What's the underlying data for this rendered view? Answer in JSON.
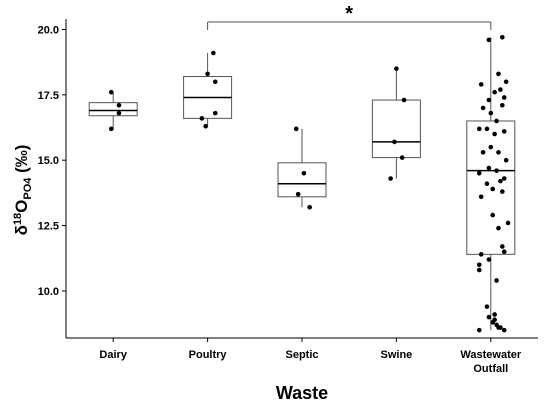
{
  "chart_data": {
    "type": "box",
    "title": "",
    "xlabel": "Waste",
    "ylabel": {
      "delta": "δ",
      "sup": "18",
      "o": "O",
      "sub": "PO4",
      "unit": " (‰)"
    },
    "ylim": [
      8.2,
      20.4
    ],
    "yticks": [
      "10.0",
      "12.5",
      "15.0",
      "17.5",
      "20.0"
    ],
    "categories": [
      {
        "label": [
          "Dairy"
        ]
      },
      {
        "label": [
          "Poultry"
        ]
      },
      {
        "label": [
          "Septic"
        ]
      },
      {
        "label": [
          "Swine"
        ]
      },
      {
        "label": [
          "Wastewater",
          "Outfall"
        ]
      }
    ],
    "boxes": [
      {
        "min": 16.2,
        "q1": 16.7,
        "median": 16.9,
        "q3": 17.2,
        "max": 17.6
      },
      {
        "min": 16.3,
        "q1": 16.6,
        "median": 17.4,
        "q3": 18.2,
        "max": 19.1
      },
      {
        "min": 13.2,
        "q1": 13.6,
        "median": 14.1,
        "q3": 14.9,
        "max": 16.2
      },
      {
        "min": 14.3,
        "q1": 15.1,
        "median": 15.7,
        "q3": 17.3,
        "max": 18.5
      },
      {
        "min": 8.5,
        "q1": 11.4,
        "median": 14.6,
        "q3": 16.5,
        "max": 19.7
      }
    ],
    "points": [
      [
        [
          -0.05,
          17.6
        ],
        [
          0.15,
          17.1
        ],
        [
          0.15,
          16.8
        ],
        [
          -0.05,
          16.2
        ]
      ],
      [
        [
          0.15,
          19.1
        ],
        [
          0.0,
          18.3
        ],
        [
          0.2,
          18.0
        ],
        [
          0.2,
          16.8
        ],
        [
          -0.15,
          16.6
        ],
        [
          -0.05,
          16.3
        ]
      ],
      [
        [
          -0.15,
          16.2
        ],
        [
          0.05,
          14.5
        ],
        [
          -0.1,
          13.7
        ],
        [
          0.2,
          13.2
        ]
      ],
      [
        [
          0.0,
          18.5
        ],
        [
          0.2,
          17.3
        ],
        [
          -0.05,
          15.7
        ],
        [
          0.15,
          15.1
        ],
        [
          -0.15,
          14.3
        ]
      ],
      [
        [
          -0.05,
          19.6
        ],
        [
          0.3,
          19.7
        ],
        [
          0.2,
          18.3
        ],
        [
          -0.25,
          17.9
        ],
        [
          0.25,
          17.7
        ],
        [
          0.4,
          18.0
        ],
        [
          -0.05,
          17.3
        ],
        [
          0.1,
          17.6
        ],
        [
          0.35,
          17.4
        ],
        [
          -0.2,
          17.0
        ],
        [
          0.3,
          17.1
        ],
        [
          0.0,
          16.8
        ],
        [
          0.15,
          16.5
        ],
        [
          -0.3,
          16.2
        ],
        [
          -0.1,
          16.2
        ],
        [
          0.1,
          16.0
        ],
        [
          0.35,
          16.1
        ],
        [
          0.0,
          15.5
        ],
        [
          0.2,
          15.3
        ],
        [
          -0.2,
          15.3
        ],
        [
          0.4,
          15.0
        ],
        [
          -0.05,
          14.7
        ],
        [
          0.15,
          14.6
        ],
        [
          -0.3,
          14.5
        ],
        [
          0.35,
          14.3
        ],
        [
          0.25,
          14.2
        ],
        [
          -0.1,
          14.1
        ],
        [
          0.05,
          13.9
        ],
        [
          0.3,
          13.8
        ],
        [
          -0.25,
          13.6
        ],
        [
          0.05,
          12.9
        ],
        [
          0.2,
          12.4
        ],
        [
          0.45,
          12.6
        ],
        [
          0.3,
          11.7
        ],
        [
          0.35,
          11.5
        ],
        [
          -0.25,
          11.4
        ],
        [
          -0.05,
          11.2
        ],
        [
          -0.3,
          11.0
        ],
        [
          -0.3,
          10.8
        ],
        [
          0.15,
          10.4
        ],
        [
          -0.1,
          9.4
        ],
        [
          0.1,
          9.1
        ],
        [
          -0.05,
          9.0
        ],
        [
          0.1,
          8.9
        ],
        [
          0.05,
          8.8
        ],
        [
          0.15,
          8.7
        ],
        [
          0.2,
          8.6
        ],
        [
          0.25,
          8.6
        ],
        [
          -0.3,
          8.5
        ],
        [
          0.35,
          8.5
        ]
      ]
    ],
    "significance": {
      "from": 1,
      "to": 4,
      "label": "*"
    }
  }
}
